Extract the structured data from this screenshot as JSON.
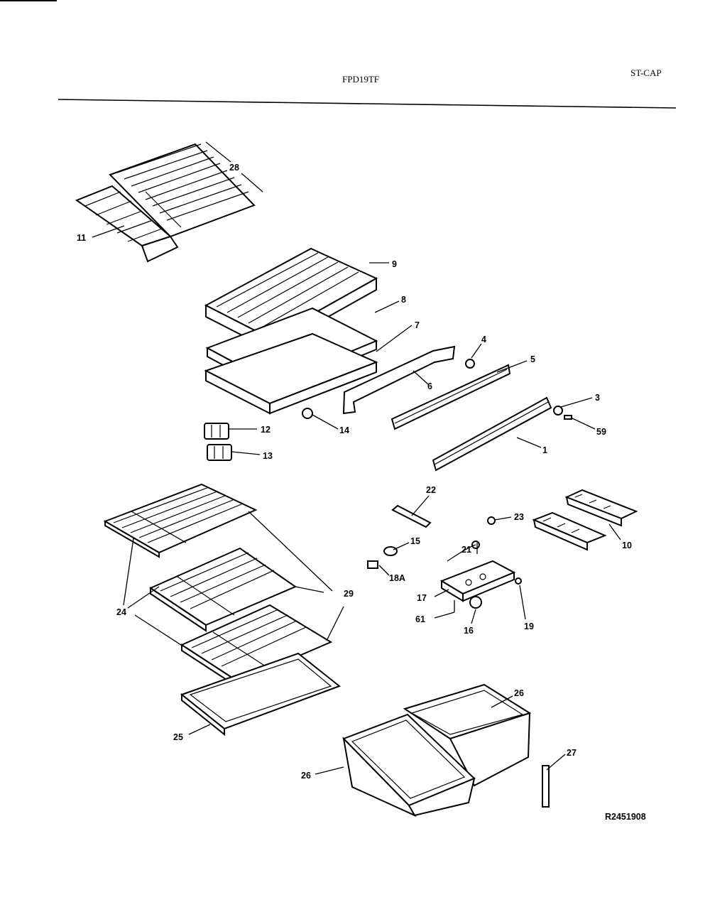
{
  "header": {
    "model_number": "FPD19TF",
    "section": "ST-CAP"
  },
  "diagram": {
    "drawing_number": "R2451908",
    "callouts": {
      "c28a": "28",
      "c11": "11",
      "c9": "9",
      "c8": "8",
      "c7": "7",
      "c6": "6",
      "c4": "4",
      "c5": "5",
      "c3": "3",
      "c59": "59",
      "c1": "1",
      "c12": "12",
      "c13": "13",
      "c14": "14",
      "c22": "22",
      "c23": "23",
      "c10": "10",
      "c15": "15",
      "c21": "21",
      "c18a": "18A",
      "c17": "17",
      "c61": "61",
      "c16": "16",
      "c19": "19",
      "c24": "24",
      "c29": "29",
      "c25": "25",
      "c26a": "26",
      "c26b": "26",
      "c27": "27"
    }
  }
}
